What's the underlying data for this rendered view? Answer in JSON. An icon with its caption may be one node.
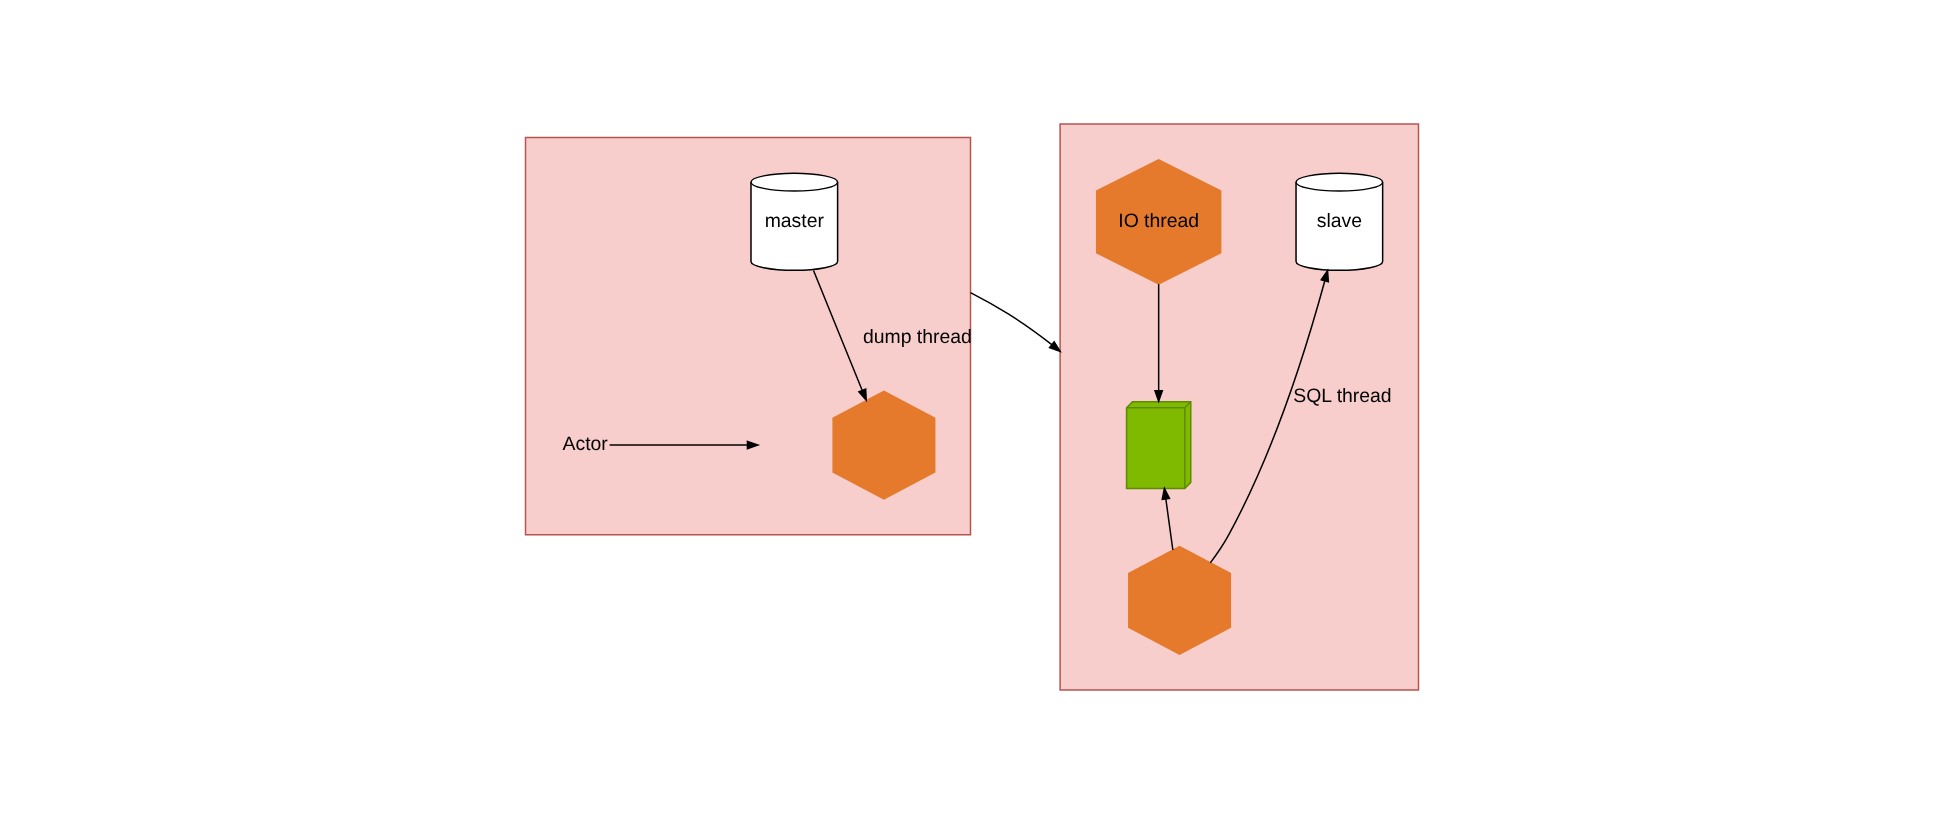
{
  "diagram": {
    "nodes": [
      {
        "text": [],
        "shape": "box"
      },
      {
        "text": [
          "Actor"
        ],
        "in": 0
      },
      {
        "text": [
          "master"
        ],
        "in": 0
      },
      {
        "text": [],
        "shape": "hexagon",
        "in": 0
      },
      {
        "text": [],
        "shape": "box"
      },
      {
        "text": [
          "IO thread"
        ],
        "in": 4
      },
      {
        "text": [
          "slave"
        ],
        "in": 4
      },
      {
        "text": [],
        "shape": "book",
        "in": 4
      },
      {
        "text": [],
        "shape": "hexagon",
        "in": 4
      }
    ],
    "edges": [
      {
        "from": 1,
        "to": null,
        "arrow": "to"
      },
      {
        "from": 2,
        "to": 3,
        "arrow": "to",
        "label": "dump thread"
      },
      {
        "from": 0,
        "to": 4,
        "arrow": "to"
      },
      {
        "from": 5,
        "to": 7,
        "arrow": "to"
      },
      {
        "from": 8,
        "to": 7,
        "arrow": "to"
      },
      {
        "from": 8,
        "to": 6,
        "arrow": "to",
        "label": "SQL thread"
      }
    ]
  }
}
